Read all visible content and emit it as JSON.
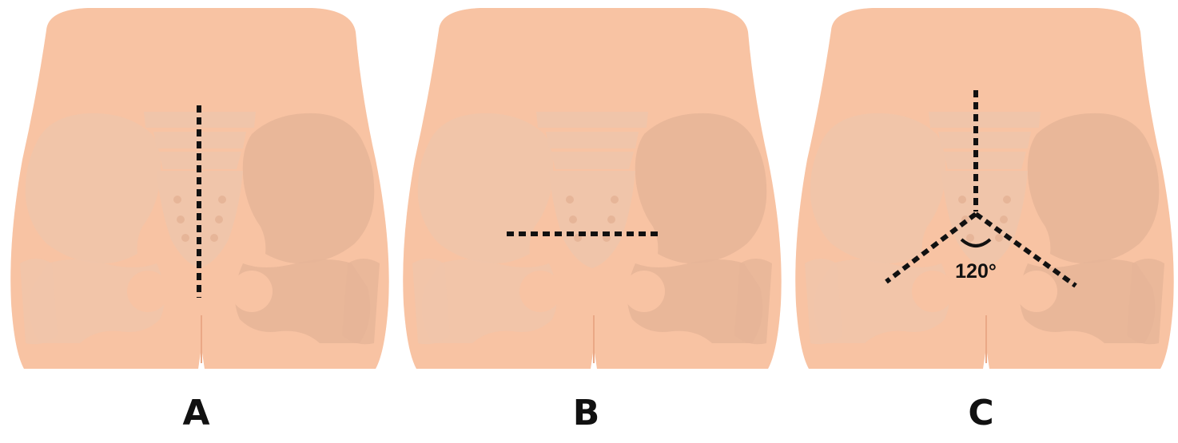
{
  "panels": [
    {
      "id": "A",
      "label": "A",
      "incision": "vertical-midline"
    },
    {
      "id": "B",
      "label": "B",
      "incision": "horizontal-transverse"
    },
    {
      "id": "C",
      "label": "C",
      "incision": "three-limb-y",
      "angle_label": "120°"
    }
  ],
  "colors": {
    "skin": "#f8c3a3",
    "skin_edge": "#f2b595",
    "bone": "#ecc7ae",
    "bone_shade": "#dcae92",
    "dash": "#111111",
    "label": "#111111"
  }
}
